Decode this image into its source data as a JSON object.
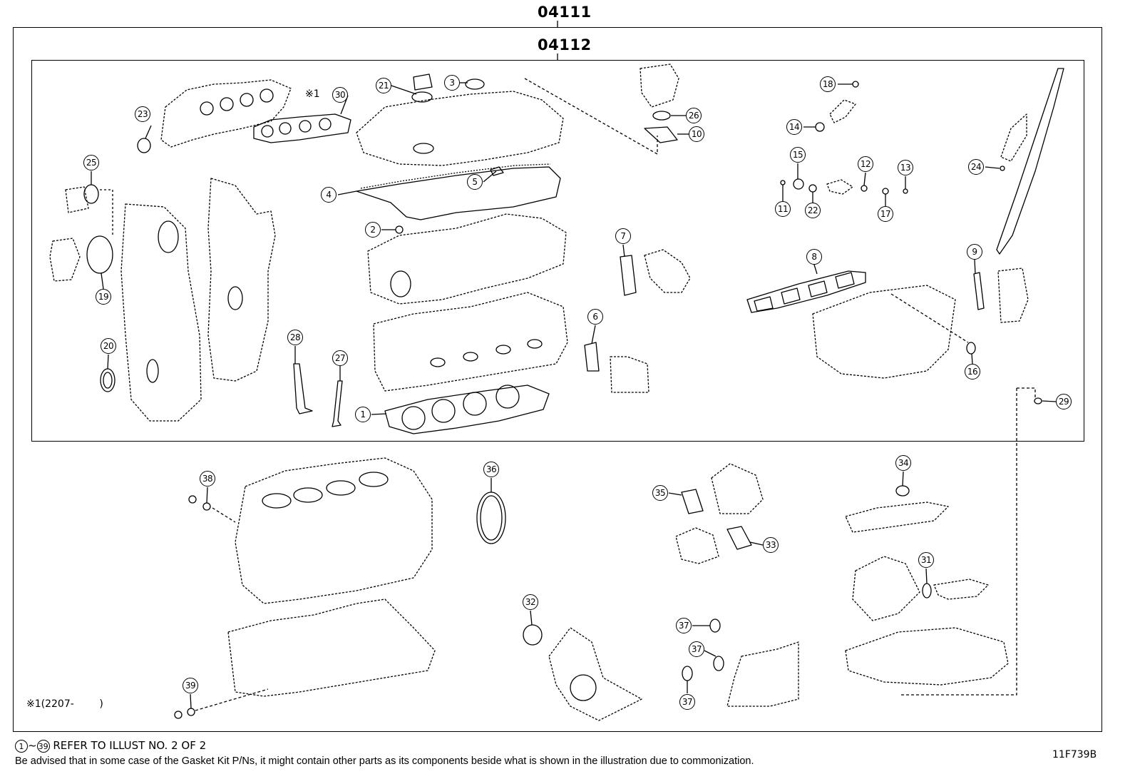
{
  "header": {
    "kit_outer": "04111",
    "kit_inner": "04112"
  },
  "note": {
    "symbol": "※1",
    "range": "(2207-        )"
  },
  "callouts": [
    {
      "id": "23",
      "label": "23"
    },
    {
      "id": "30",
      "label": "30"
    },
    {
      "id": "21",
      "label": "21"
    },
    {
      "id": "3",
      "label": "3"
    },
    {
      "id": "26",
      "label": "26"
    },
    {
      "id": "10",
      "label": "10"
    },
    {
      "id": "18",
      "label": "18"
    },
    {
      "id": "14",
      "label": "14"
    },
    {
      "id": "25",
      "label": "25"
    },
    {
      "id": "5",
      "label": "5"
    },
    {
      "id": "4",
      "label": "4"
    },
    {
      "id": "15",
      "label": "15"
    },
    {
      "id": "12",
      "label": "12"
    },
    {
      "id": "13",
      "label": "13"
    },
    {
      "id": "24",
      "label": "24"
    },
    {
      "id": "11",
      "label": "11"
    },
    {
      "id": "22",
      "label": "22"
    },
    {
      "id": "17",
      "label": "17"
    },
    {
      "id": "2",
      "label": "2"
    },
    {
      "id": "7",
      "label": "7"
    },
    {
      "id": "19",
      "label": "19"
    },
    {
      "id": "8",
      "label": "8"
    },
    {
      "id": "9",
      "label": "9"
    },
    {
      "id": "6",
      "label": "6"
    },
    {
      "id": "20",
      "label": "20"
    },
    {
      "id": "28",
      "label": "28"
    },
    {
      "id": "27",
      "label": "27"
    },
    {
      "id": "16",
      "label": "16"
    },
    {
      "id": "1",
      "label": "1"
    },
    {
      "id": "29",
      "label": "29"
    },
    {
      "id": "38",
      "label": "38"
    },
    {
      "id": "36",
      "label": "36"
    },
    {
      "id": "35",
      "label": "35"
    },
    {
      "id": "34",
      "label": "34"
    },
    {
      "id": "33",
      "label": "33"
    },
    {
      "id": "31",
      "label": "31"
    },
    {
      "id": "32",
      "label": "32"
    },
    {
      "id": "37a",
      "label": "37"
    },
    {
      "id": "37b",
      "label": "37"
    },
    {
      "id": "37c",
      "label": "37"
    },
    {
      "id": "39",
      "label": "39"
    }
  ],
  "footer": {
    "refer_from": "1",
    "refer_to": "39",
    "refer_tilde": "~",
    "refer_text": "REFER TO ILLUST NO. 2 OF 2",
    "advice": "Be advised that in some case of the Gasket Kit P/Ns,  it might contain other parts as its components beside what is shown in the illustration due to commonization.",
    "illust_id": "11F739B"
  }
}
